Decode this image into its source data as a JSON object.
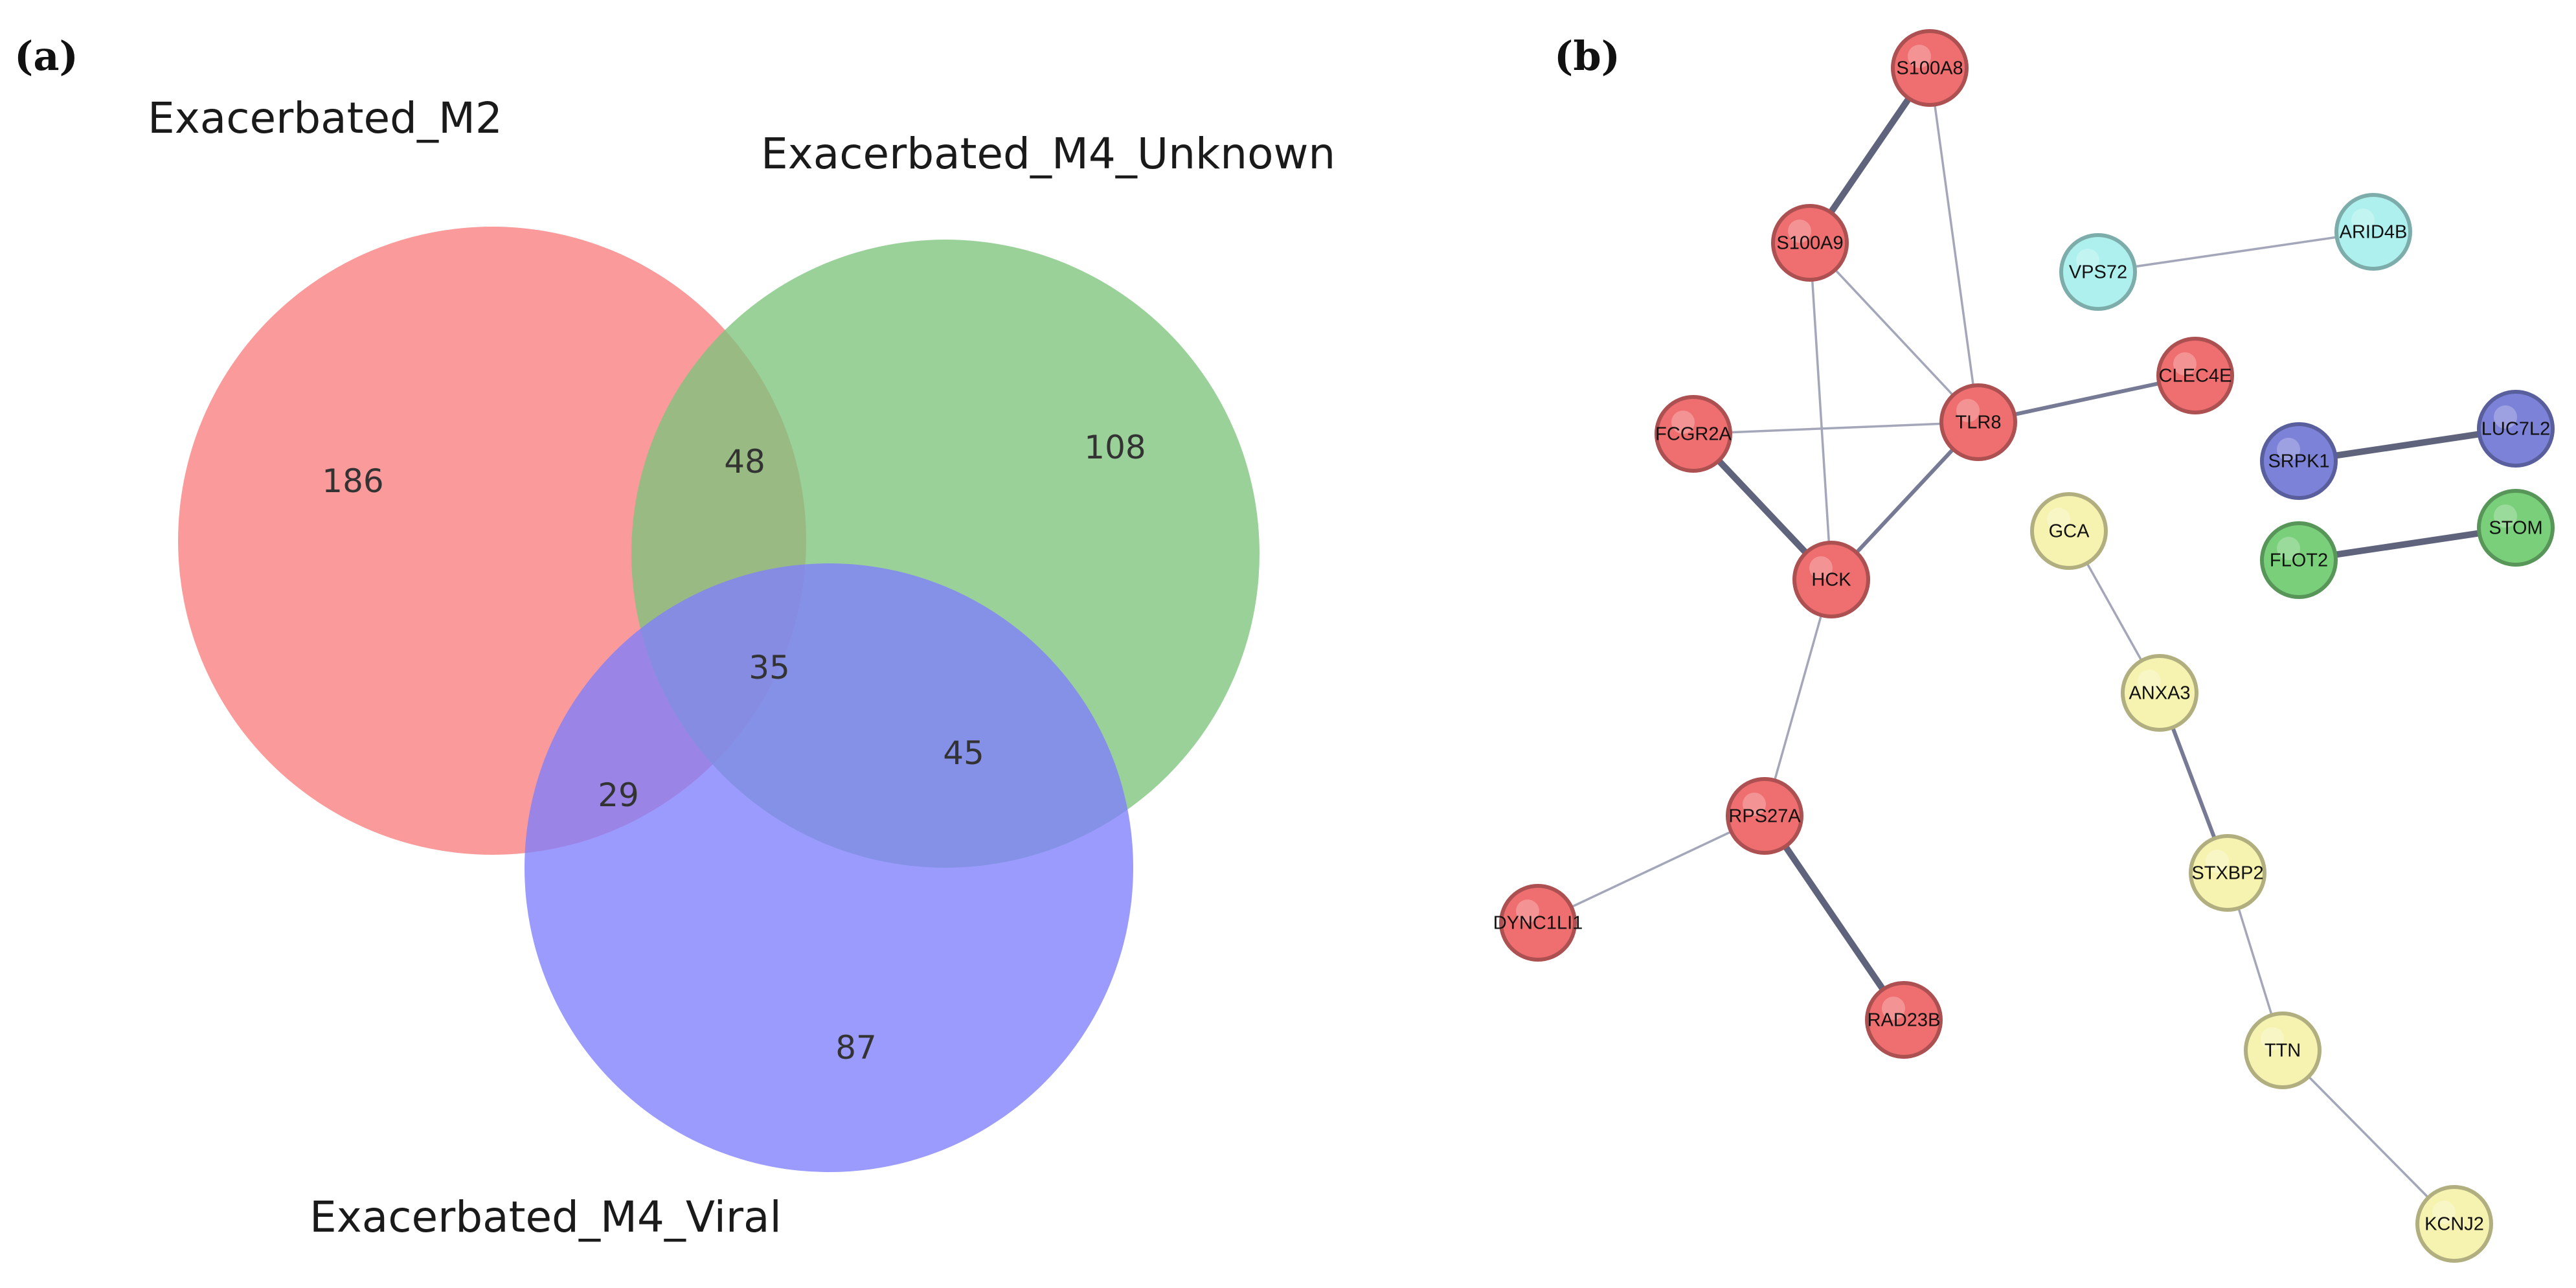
{
  "panels": {
    "a": "(a)",
    "b": "(b)"
  },
  "venn": {
    "sets": {
      "m2": {
        "name": "Exacerbated_M2",
        "color": "#f87e7e"
      },
      "unknown": {
        "name": "Exacerbated_M4_Unknown",
        "color": "#7dc47c"
      },
      "viral": {
        "name": "Exacerbated_M4_Viral",
        "color": "#7f7ffd"
      }
    },
    "counts": {
      "m2_only": "186",
      "m2_unknown": "48",
      "unknown_only": "108",
      "all_three": "35",
      "unknown_viral": "45",
      "m2_viral": "29",
      "viral_only": "87"
    }
  },
  "network": {
    "cluster_colors": {
      "red": "#ef6f70",
      "cyan": "#aef0ee",
      "blue": "#7c82d8",
      "green": "#79cf7a",
      "yellow": "#f6f3b0"
    },
    "nodes": [
      {
        "id": "S100A8",
        "cluster": "red"
      },
      {
        "id": "S100A9",
        "cluster": "red"
      },
      {
        "id": "TLR8",
        "cluster": "red"
      },
      {
        "id": "CLEC4E",
        "cluster": "red"
      },
      {
        "id": "FCGR2A",
        "cluster": "red"
      },
      {
        "id": "HCK",
        "cluster": "red"
      },
      {
        "id": "RPS27A",
        "cluster": "red"
      },
      {
        "id": "DYNC1LI1",
        "cluster": "red"
      },
      {
        "id": "RAD23B",
        "cluster": "red"
      },
      {
        "id": "VPS72",
        "cluster": "cyan"
      },
      {
        "id": "ARID4B",
        "cluster": "cyan"
      },
      {
        "id": "SRPK1",
        "cluster": "blue"
      },
      {
        "id": "LUC7L2",
        "cluster": "blue"
      },
      {
        "id": "FLOT2",
        "cluster": "green"
      },
      {
        "id": "STOM",
        "cluster": "green"
      },
      {
        "id": "GCA",
        "cluster": "yellow"
      },
      {
        "id": "ANXA3",
        "cluster": "yellow"
      },
      {
        "id": "STXBP2",
        "cluster": "yellow"
      },
      {
        "id": "TTN",
        "cluster": "yellow"
      },
      {
        "id": "KCNJ2",
        "cluster": "yellow"
      }
    ],
    "edges": [
      {
        "source": "S100A8",
        "target": "S100A9",
        "strength": "strong"
      },
      {
        "source": "S100A8",
        "target": "TLR8",
        "strength": "weak"
      },
      {
        "source": "S100A9",
        "target": "TLR8",
        "strength": "weak"
      },
      {
        "source": "S100A9",
        "target": "HCK",
        "strength": "weak"
      },
      {
        "source": "FCGR2A",
        "target": "TLR8",
        "strength": "weak"
      },
      {
        "source": "FCGR2A",
        "target": "HCK",
        "strength": "strong"
      },
      {
        "source": "TLR8",
        "target": "HCK",
        "strength": "medium"
      },
      {
        "source": "TLR8",
        "target": "CLEC4E",
        "strength": "medium"
      },
      {
        "source": "HCK",
        "target": "RPS27A",
        "strength": "weak"
      },
      {
        "source": "RPS27A",
        "target": "DYNC1LI1",
        "strength": "weak"
      },
      {
        "source": "RPS27A",
        "target": "RAD23B",
        "strength": "strong"
      },
      {
        "source": "VPS72",
        "target": "ARID4B",
        "strength": "weak"
      },
      {
        "source": "SRPK1",
        "target": "LUC7L2",
        "strength": "strong"
      },
      {
        "source": "FLOT2",
        "target": "STOM",
        "strength": "strong"
      },
      {
        "source": "GCA",
        "target": "ANXA3",
        "strength": "weak"
      },
      {
        "source": "ANXA3",
        "target": "STXBP2",
        "strength": "medium"
      },
      {
        "source": "STXBP2",
        "target": "TTN",
        "strength": "weak"
      },
      {
        "source": "TTN",
        "target": "KCNJ2",
        "strength": "weak"
      }
    ]
  }
}
